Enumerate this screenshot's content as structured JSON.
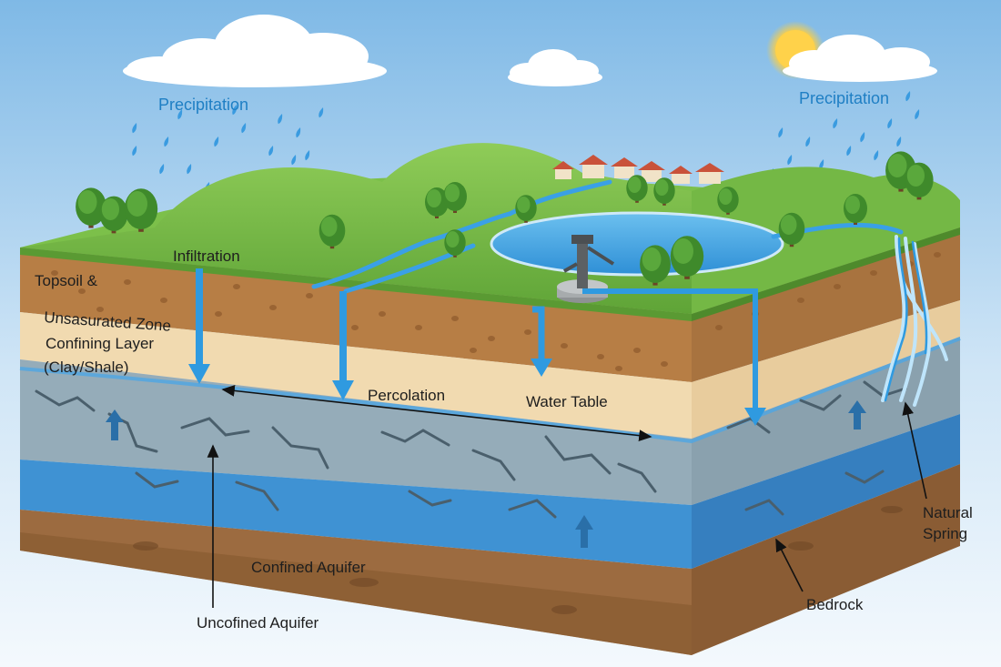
{
  "labels": {
    "precipitation_left": "Precipitation",
    "precipitation_right": "Precipitation",
    "infiltration": "Infiltration",
    "topsoil_line1": "Topsoil &",
    "topsoil_line2": "Unsasurated Zone",
    "confining_line1": "Confining Layer",
    "confining_line2": "(Clay/Shale)",
    "percolation": "Percolation",
    "water_table": "Water Table",
    "confined_aquifer": "Confined Aquifer",
    "unconfined_aquifer": "Uncofined Aquifer",
    "bedrock": "Bedrock",
    "natural_spring_line1": "Natural",
    "natural_spring_line2": "Spring"
  },
  "colors": {
    "sky_top": "#7fb9e6",
    "sky_bottom": "#eef6fc",
    "grass": "#7cc04a",
    "soil": "#b77e45",
    "confining": "#f3dcb4",
    "unconfined": "#93aab7",
    "aquifer": "#3b8fd1",
    "bedrock": "#9b6a3f",
    "water": "#2f9ae0",
    "label_blue": "#1f7fc4"
  }
}
